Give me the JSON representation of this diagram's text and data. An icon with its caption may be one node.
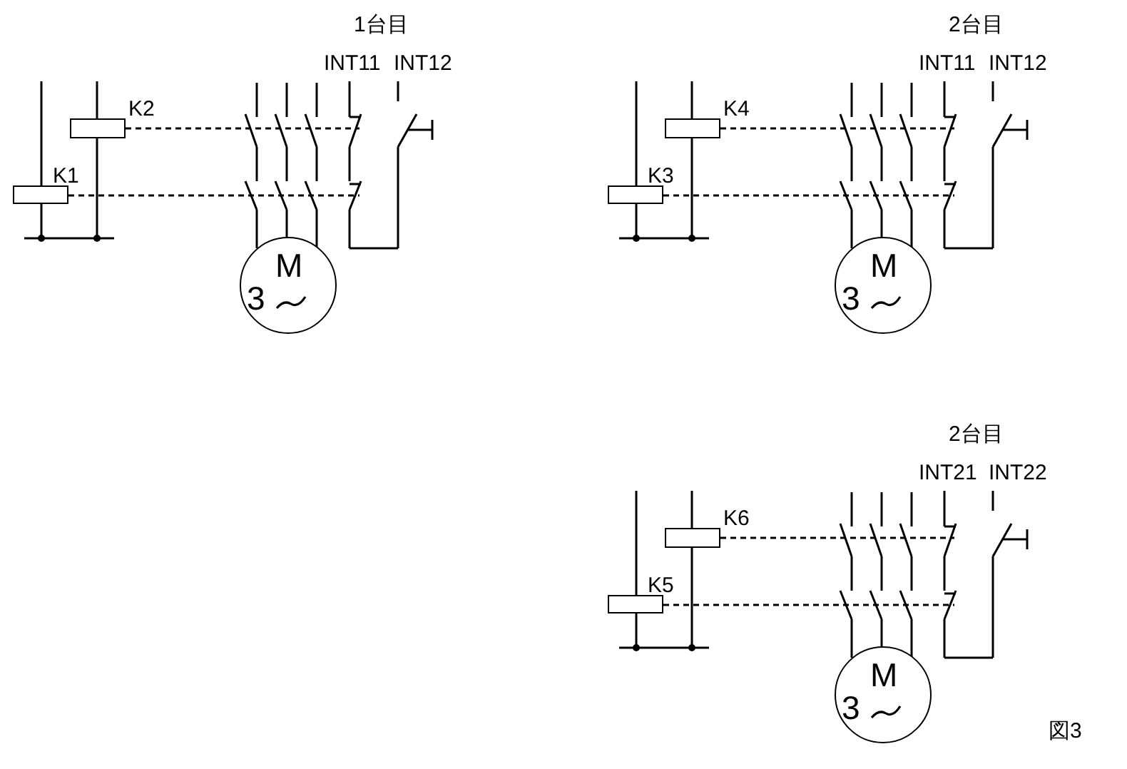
{
  "diagram": {
    "nodes": [
      {
        "text": [
          "K2"
        ]
      },
      {
        "text": [
          "K1"
        ]
      },
      {
        "text": [
          "M",
          "3"
        ]
      },
      {
        "text": [
          "K4"
        ]
      },
      {
        "text": [
          "K3"
        ]
      },
      {
        "text": [
          "M",
          "3"
        ]
      },
      {
        "text": [
          "K6"
        ]
      },
      {
        "text": [
          "K5"
        ]
      },
      {
        "text": [
          "M",
          "3"
        ]
      }
    ],
    "labels": [
      "1台目",
      "INT11",
      "INT12",
      "2台目",
      "INT11",
      "INT12",
      "2台目",
      "INT21",
      "INT22",
      "図3"
    ]
  }
}
